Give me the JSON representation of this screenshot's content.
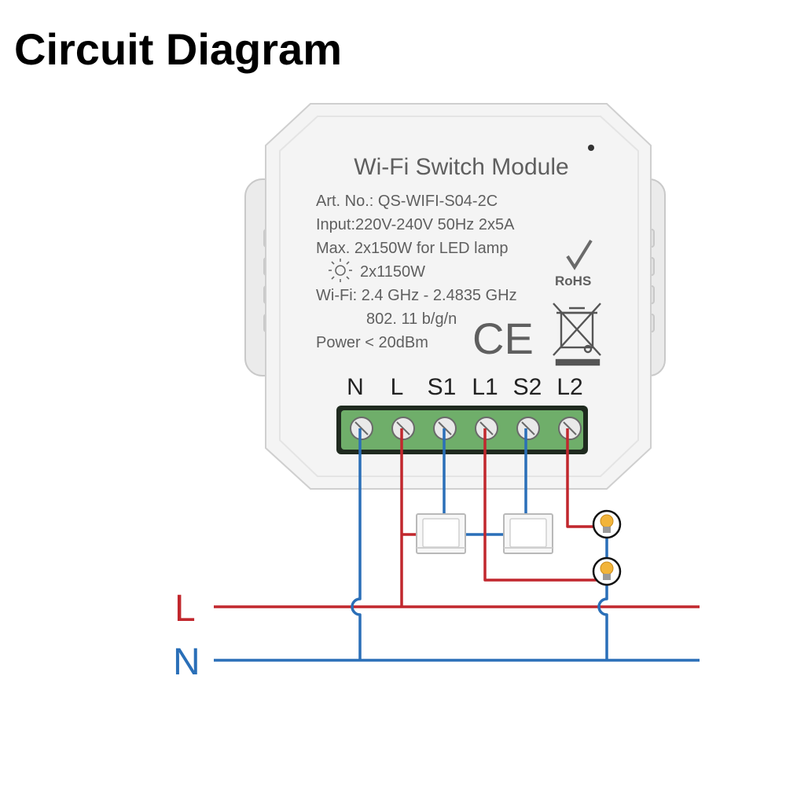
{
  "title": "Circuit Diagram",
  "module": {
    "name": "Wi-Fi Switch Module",
    "spec_lines": [
      "Art. No.: QS-WIFI-S04-2C",
      "Input:220V-240V 50Hz 2x5A",
      "Max. 2x150W for LED lamp",
      "2x1150W",
      "Wi-Fi: 2.4 GHz - 2.4835 GHz",
      "802. 11 b/g/n",
      "Power < 20dBm"
    ],
    "rohs_label": "RoHS",
    "ce_label": "CE",
    "terminals": [
      "N",
      "L",
      "S1",
      "L1",
      "S2",
      "L2"
    ]
  },
  "mains": {
    "live_label": "L",
    "neutral_label": "N"
  },
  "colors": {
    "live": "#c1272d",
    "neutral": "#2a6fb8",
    "terminal_block": "#6fae6a",
    "module_body": "#f4f4f4",
    "bulb": "#f2b43a"
  },
  "icons": {
    "bulb": "bulb-icon",
    "switch": "switch-icon",
    "lamp_symbol": "lamp-symbol-icon",
    "rohs_check": "rohs-check-icon",
    "weee": "weee-bin-icon"
  }
}
